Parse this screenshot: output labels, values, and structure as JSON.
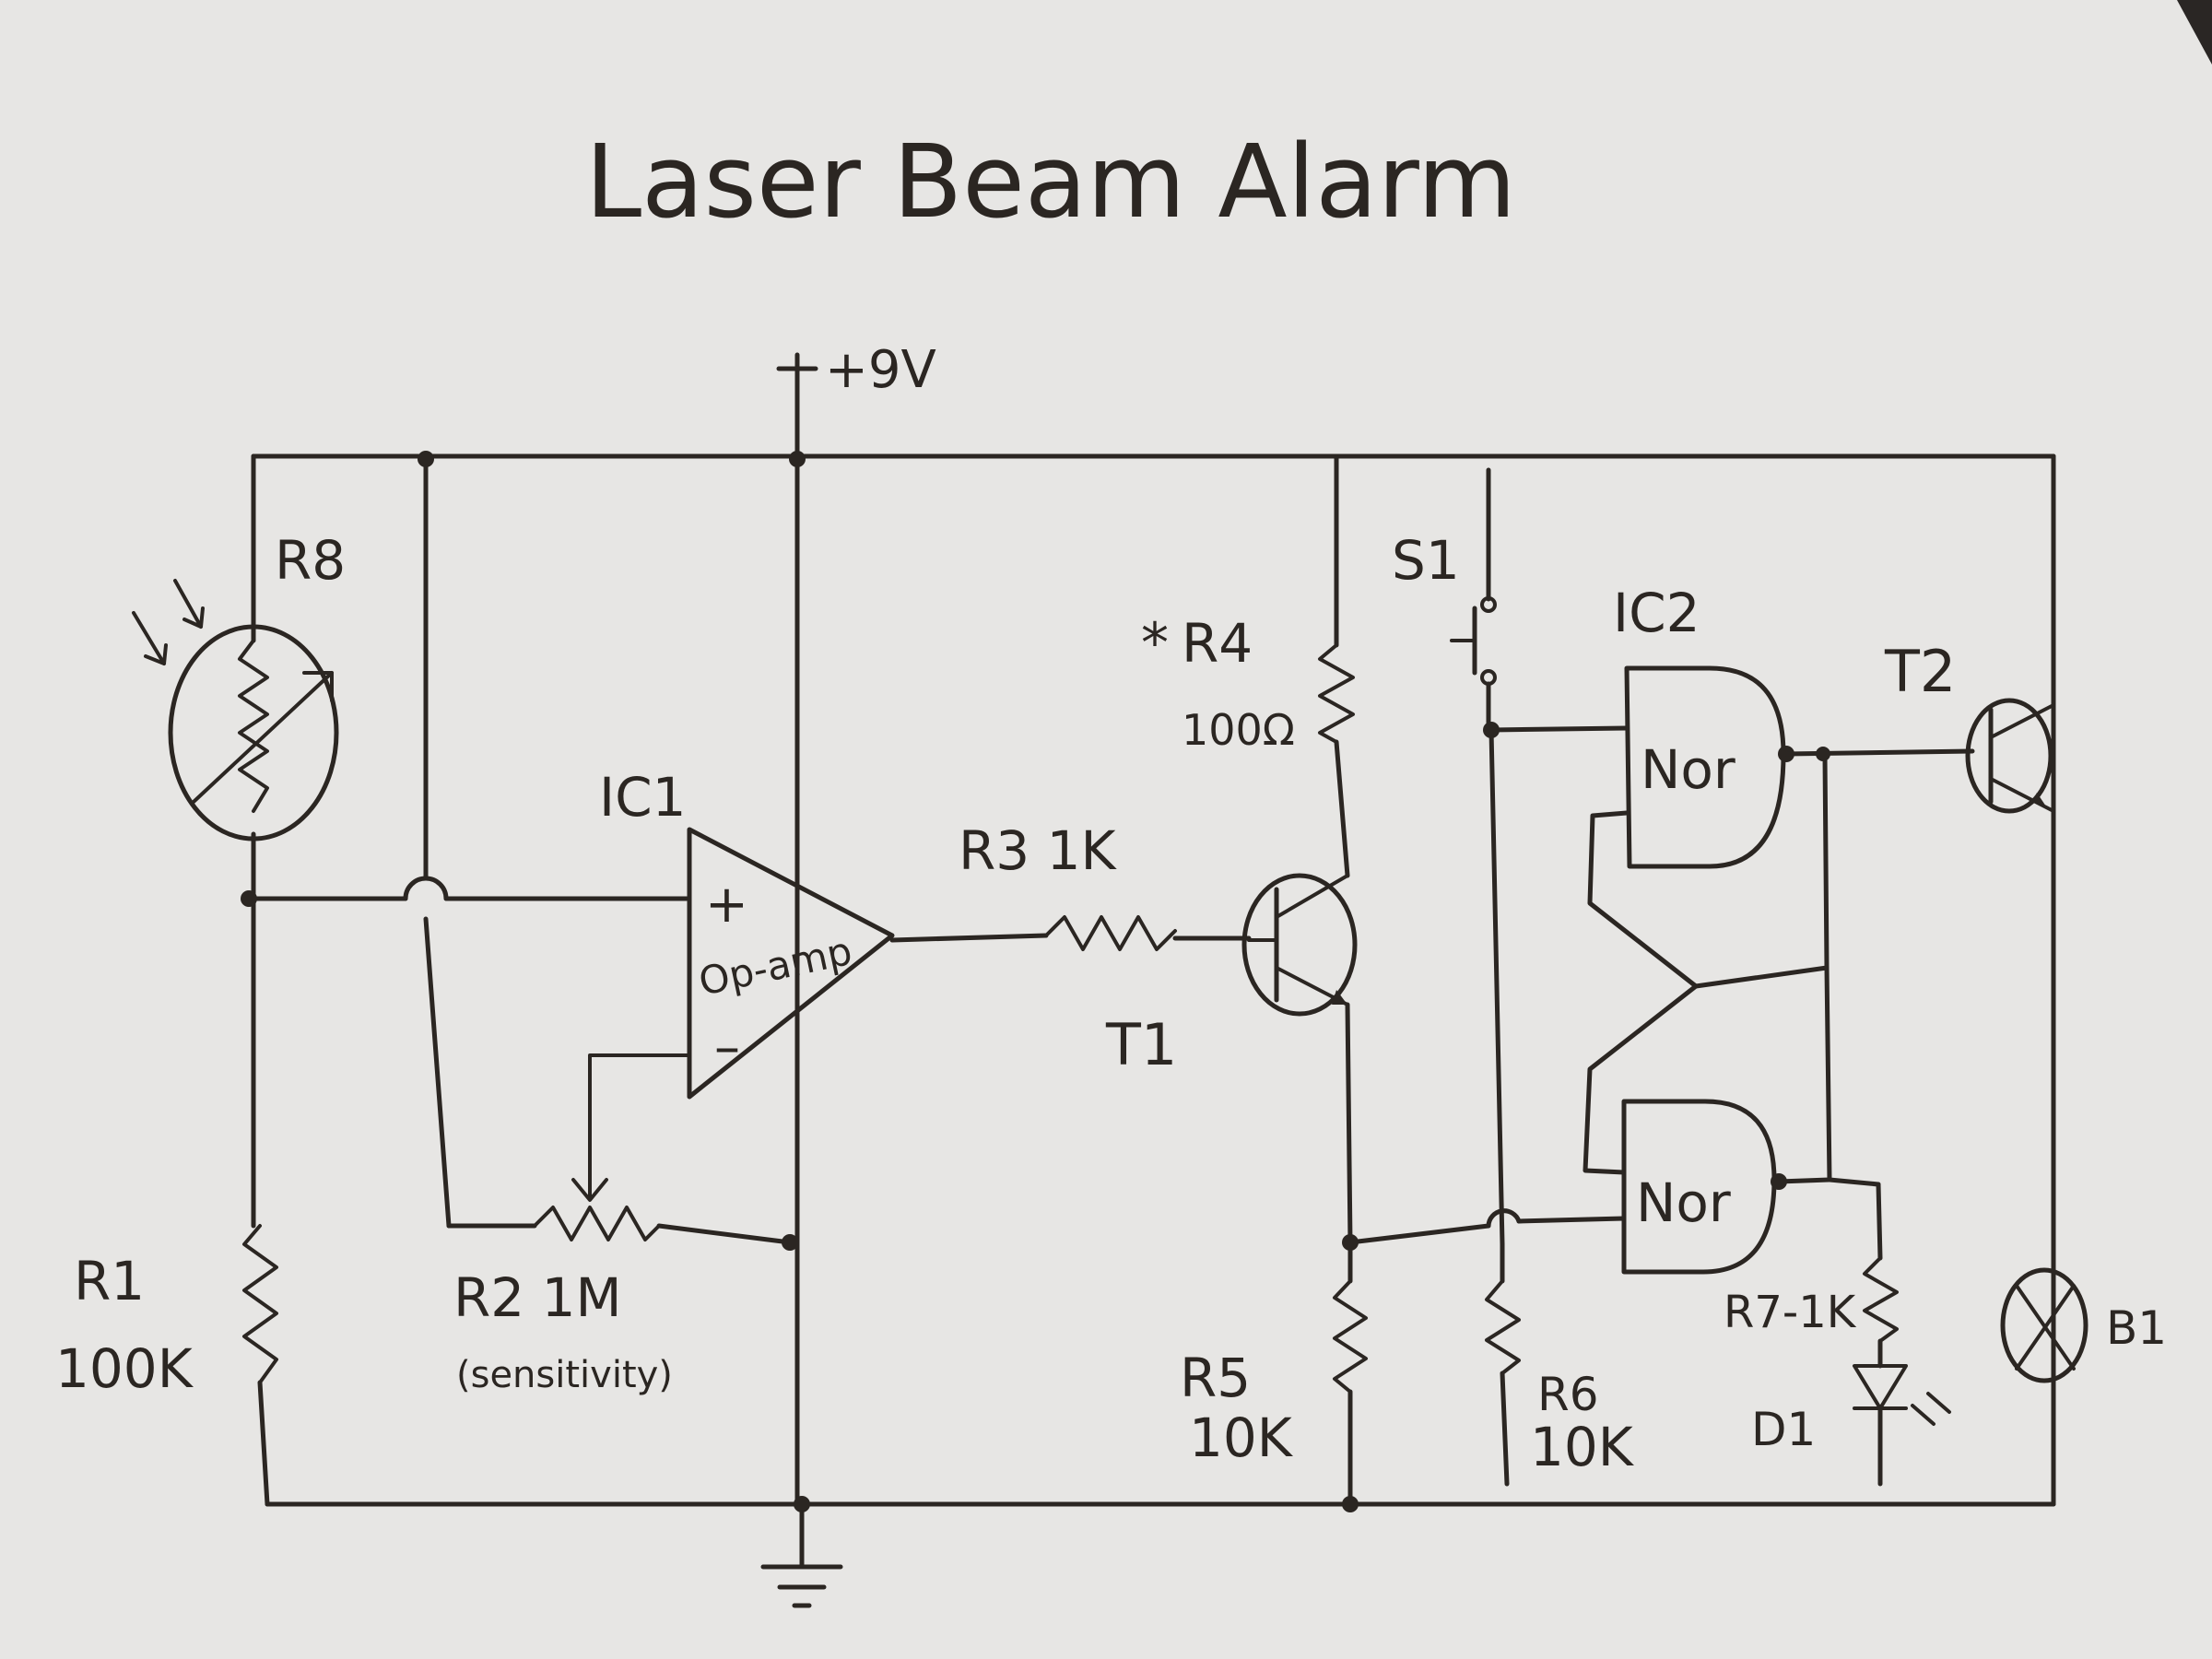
{
  "title": "Laser Beam Alarm",
  "supply": "+9V",
  "labels": {
    "r8": "R8",
    "r1": "R1",
    "r1_value": "100K",
    "r2": "R2 1M",
    "r2_note": "(sensitivity)",
    "ic1": "IC1",
    "opamp": "Op-amp",
    "plus": "+",
    "minus": "–",
    "r3": "R3 1K",
    "t1": "T1",
    "r4_star": "*",
    "r4": "R4",
    "r4_value": "100Ω",
    "r5": "R5",
    "r5_value": "10K",
    "s1": "S1",
    "ic2": "IC2",
    "nor_top": "Nor",
    "nor_bottom": "Nor",
    "t2": "T2",
    "r6": "R6",
    "r6_value": "10K",
    "r7": "R7-1K",
    "d1": "D1",
    "b1": "B1"
  },
  "colors": {
    "paper": "#e7e6e4",
    "ink": "#2b2622",
    "background": "#2a2624"
  }
}
